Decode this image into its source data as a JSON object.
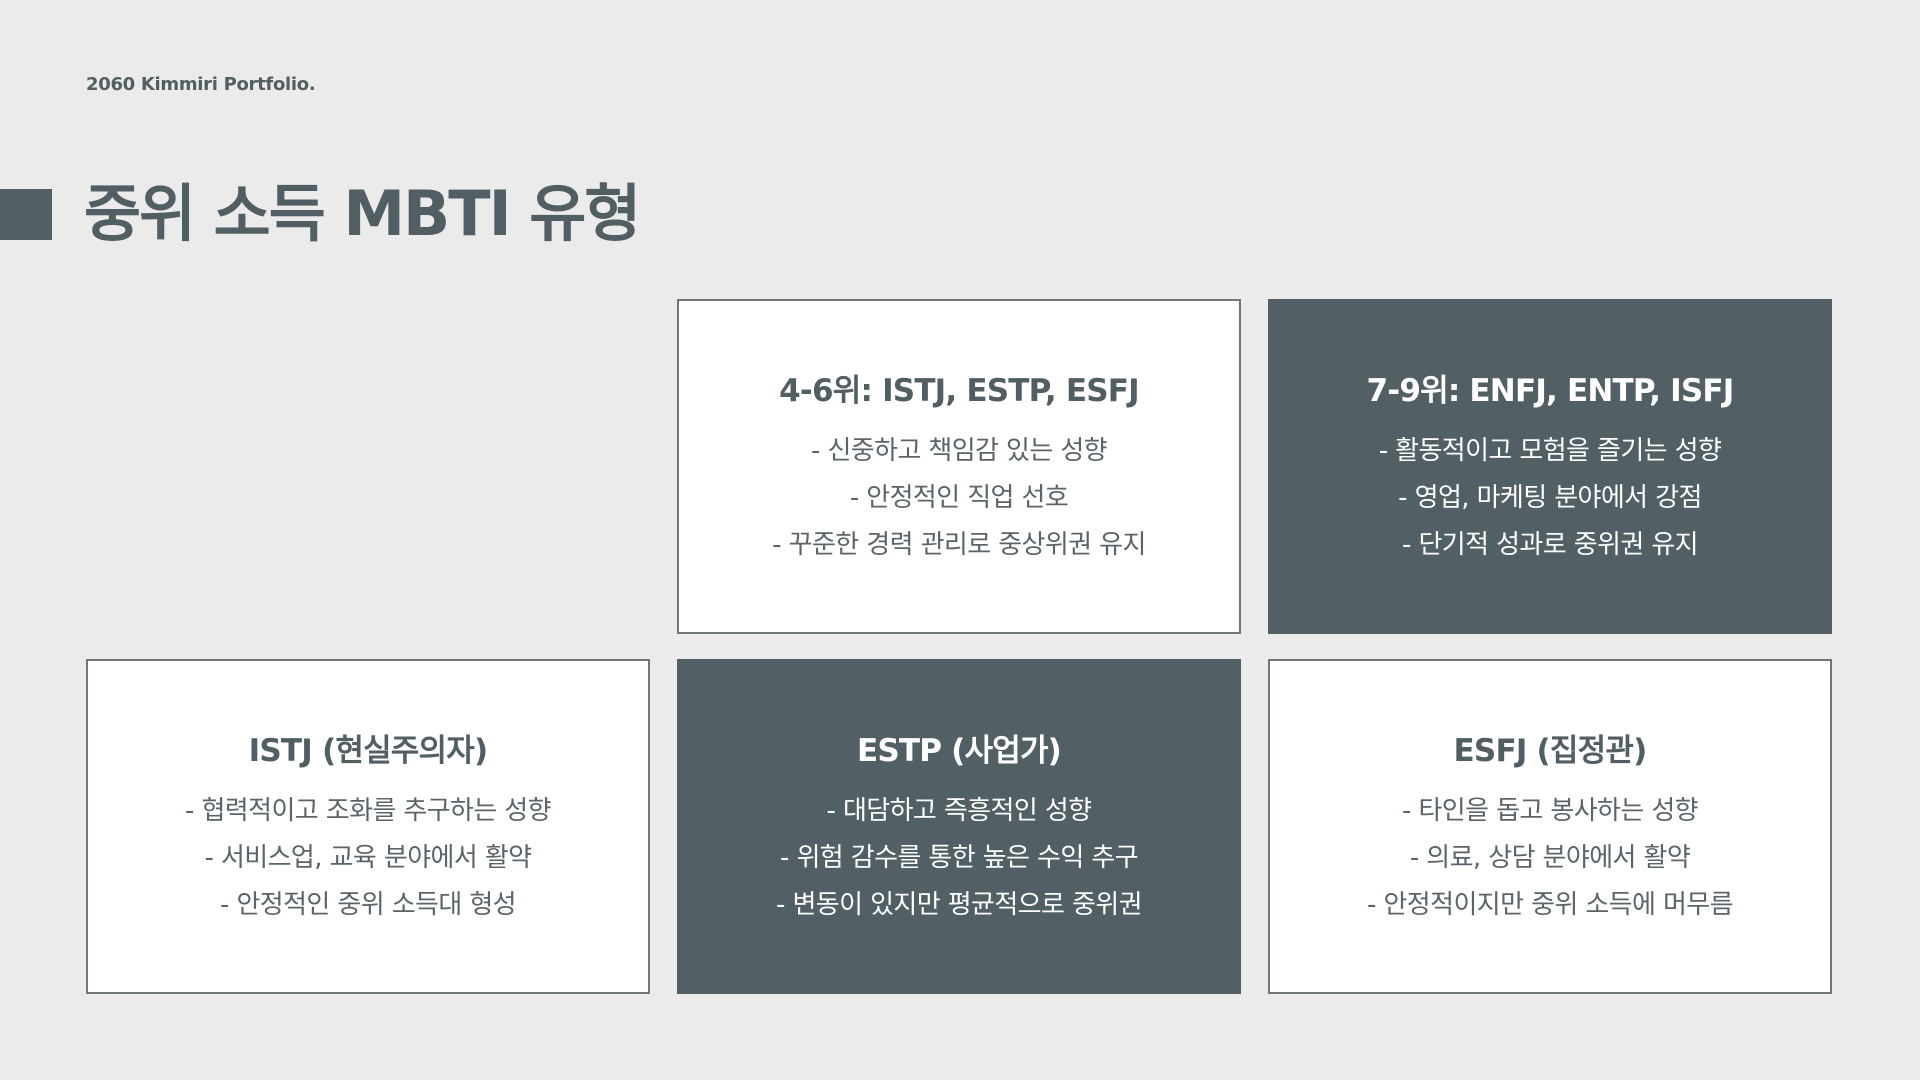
{
  "header": {
    "brand": "2060 Kimmiri Portfolio.",
    "title": "중위 소득 MBTI 유형"
  },
  "cards": [
    {
      "title": "4-6위: ISTJ, ESTP, ESFJ",
      "lines": [
        "- 신중하고 책임감 있는 성향",
        "- 안정적인 직업 선호",
        "- 꾸준한 경력 관리로 중상위권 유지"
      ]
    },
    {
      "title": "7-9위: ENFJ, ENTP, ISFJ",
      "lines": [
        "- 활동적이고 모험을 즐기는 성향",
        "- 영업, 마케팅 분야에서 강점",
        "- 단기적 성과로 중위권 유지"
      ]
    },
    {
      "title": "ISTJ (현실주의자)",
      "lines": [
        "- 협력적이고 조화를 추구하는 성향",
        "- 서비스업, 교육 분야에서 활약",
        "- 안정적인 중위 소득대 형성"
      ]
    },
    {
      "title": "ESTP (사업가)",
      "lines": [
        "- 대담하고 즉흥적인 성향",
        "- 위험 감수를 통한 높은 수익 추구",
        "- 변동이 있지만 평균적으로 중위권"
      ]
    },
    {
      "title": "ESFJ (집정관)",
      "lines": [
        "- 타인을 돕고 봉사하는 성향",
        "- 의료, 상담 분야에서 활약",
        "- 안정적이지만 중위 소득에 머무름"
      ]
    }
  ],
  "colors": {
    "background": "#ebebeb",
    "accent": "#525f65",
    "card_light": "#ffffff",
    "card_border": "#6e777c"
  }
}
